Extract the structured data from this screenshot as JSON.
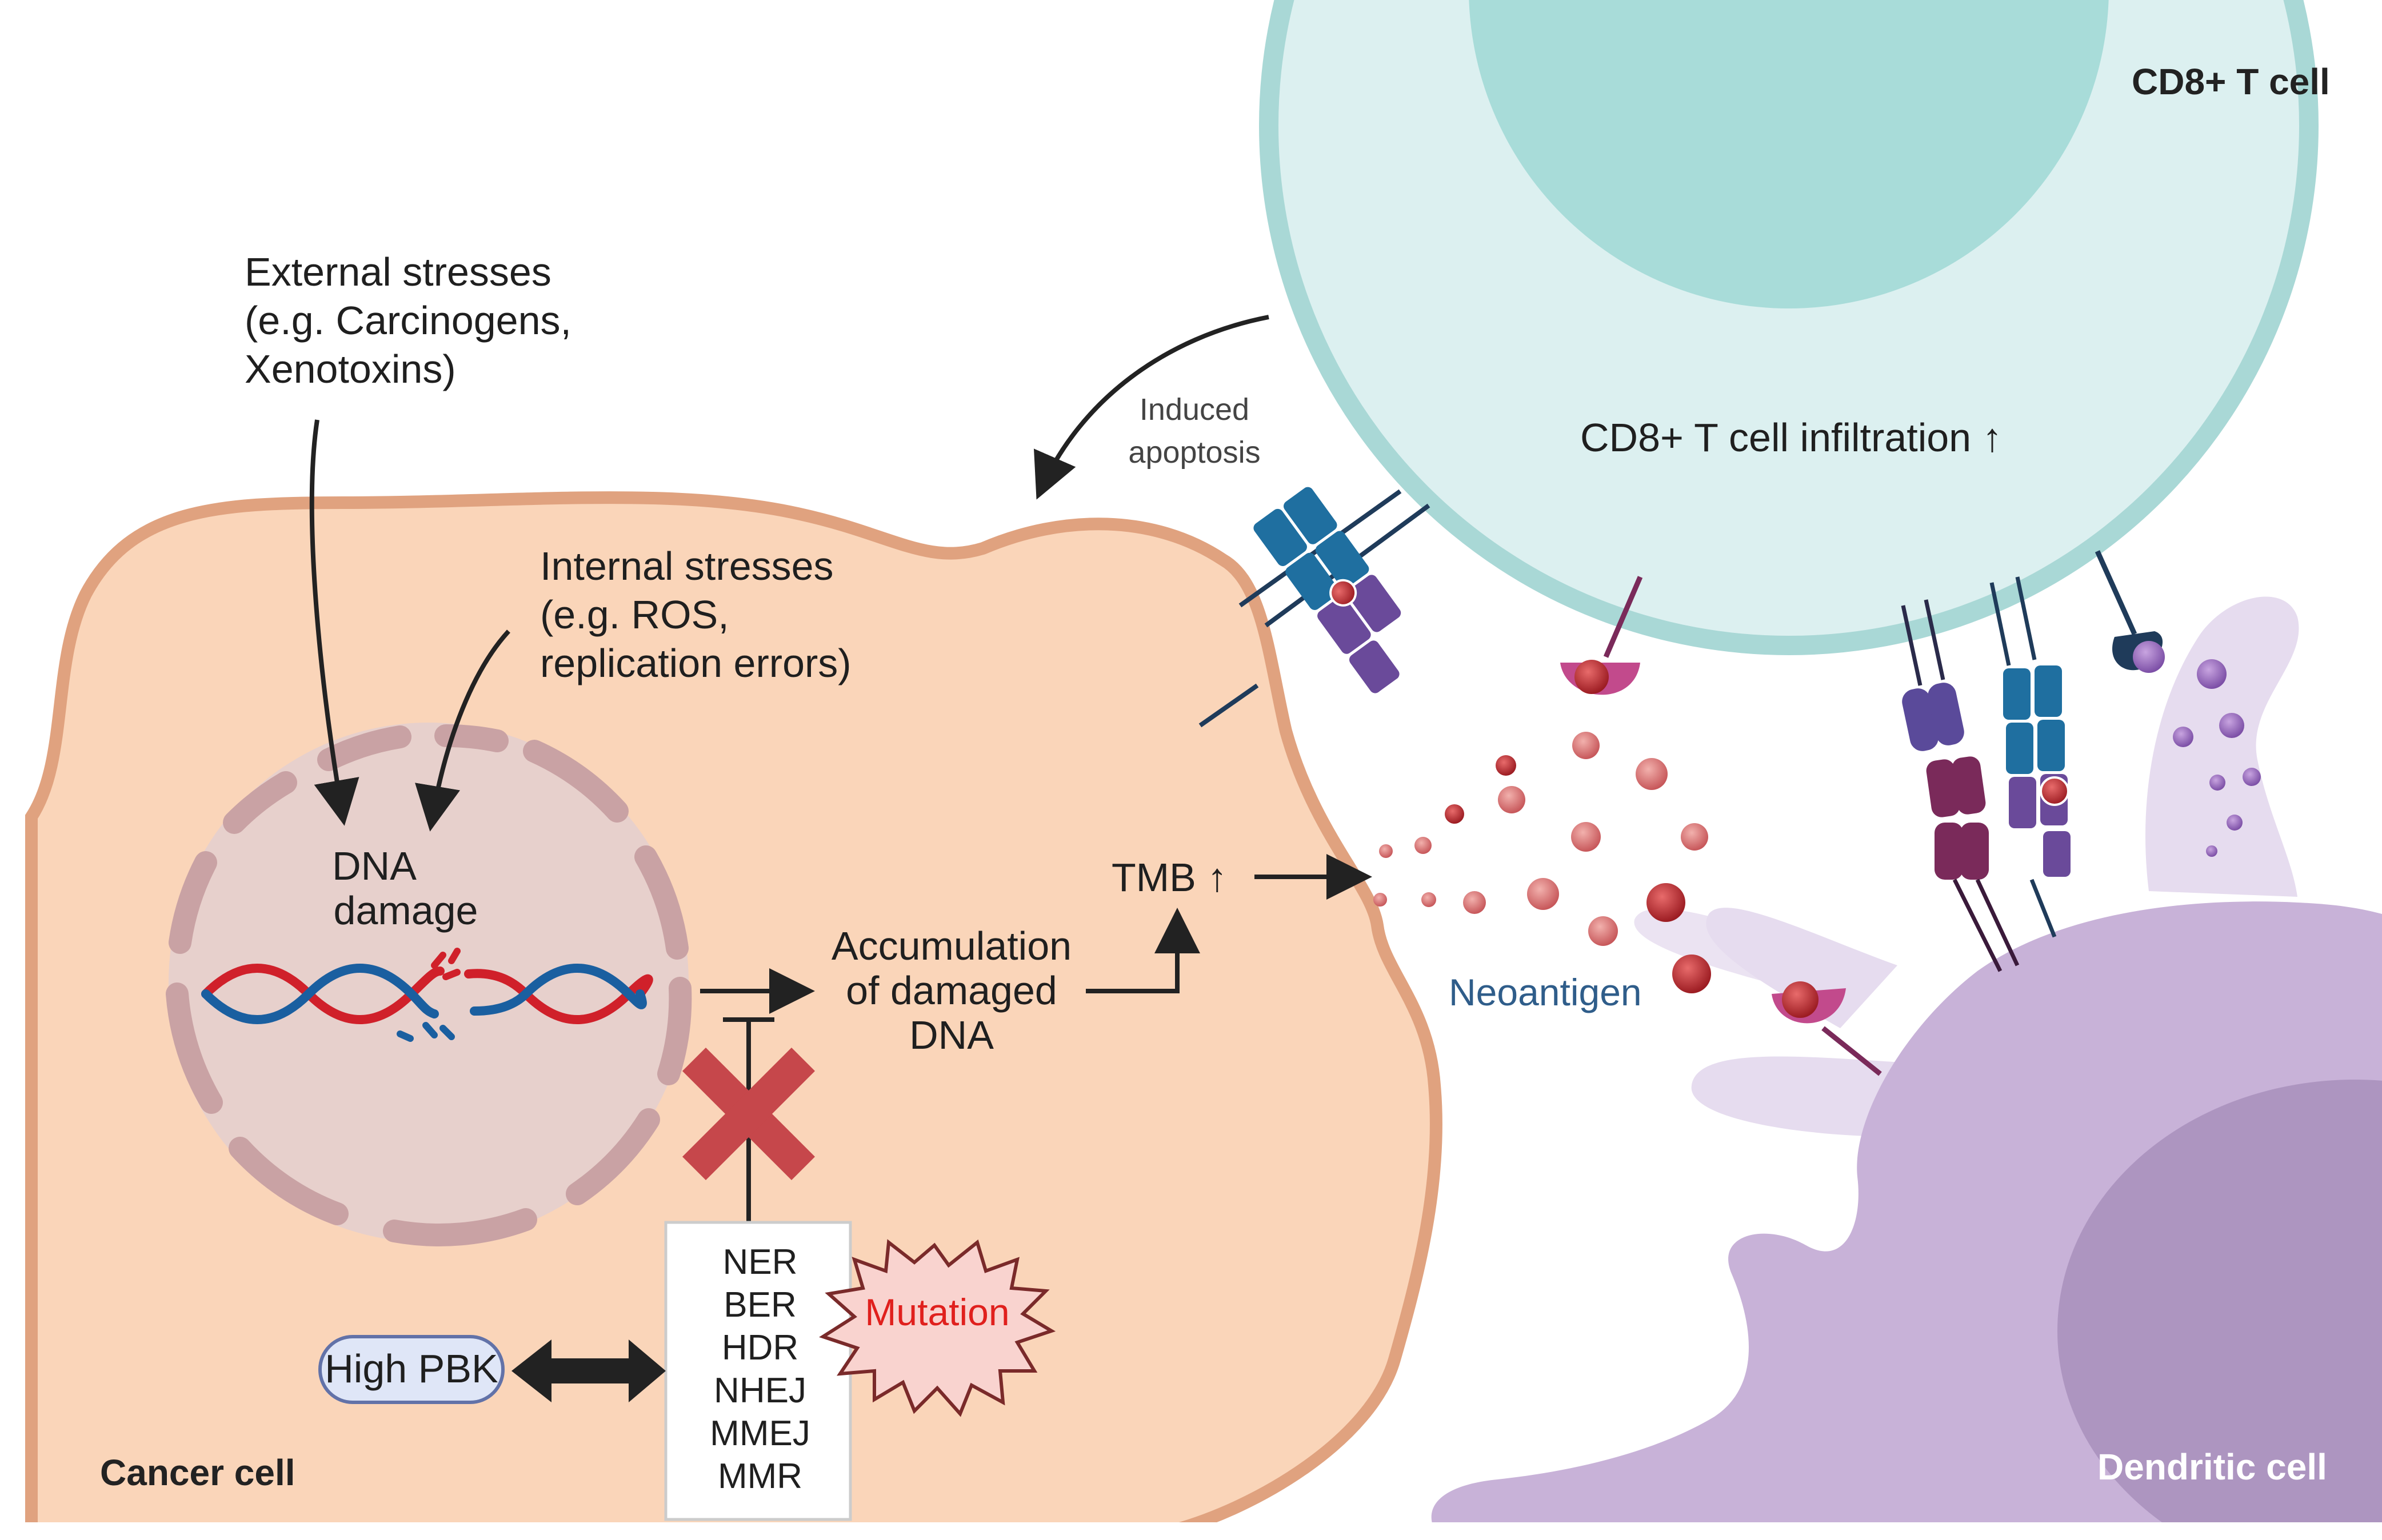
{
  "labels": {
    "cd8_t_cell": "CD8+ T cell",
    "cd8_infiltration": "CD8+ T cell infiltration ↑",
    "induced_apoptosis_1": "Induced",
    "induced_apoptosis_2": "apoptosis",
    "external_1": "External stresses",
    "external_2": "(e.g. Carcinogens,",
    "external_3": "Xenotoxins)",
    "internal_1": "Internal stresses",
    "internal_2": "(e.g. ROS,",
    "internal_3": "replication errors)",
    "dna_damage_1": "DNA",
    "dna_damage_2": "damage",
    "accumulation_1": "Accumulation",
    "accumulation_2": "of damaged",
    "accumulation_3": "DNA",
    "tmb": "TMB ↑",
    "neoantigen": "Neoantigen",
    "mutation": "Mutation",
    "high_pbk": "High PBK",
    "cancer_cell": "Cancer cell",
    "dendritic_cell": "Dendritic cell"
  },
  "repair_pathways": [
    "NER",
    "BER",
    "HDR",
    "NHEJ",
    "MMEJ",
    "MMR"
  ],
  "colors": {
    "cancer_cell_fill": "#fad5b9",
    "cancer_cell_border": "#e0a27f",
    "nucleus_fill": "#e7d0cc",
    "nucleus_segments": "#c9a2a4",
    "t_cell_fill": "#dcf0f0",
    "t_cell_border": "#a9d8d6",
    "t_cell_nucleus": "#a8dcd9",
    "dendritic_fill": "#c8b2d8",
    "dendritic_nucleus": "#ad95c0",
    "dendrite_light": "#e6dcef",
    "neoantigen_text": "#2f5d8a",
    "mutation_text": "#e0201d",
    "mutation_fill": "#f9d3cf",
    "inhibit_x": "#c6474b",
    "pbk_fill": "#dfe6f7",
    "tcr_blue": "#1f6fa0",
    "mhc_purple": "#6a4a9a",
    "antigen_red": "#b3232a",
    "dna_red": "#d0202a",
    "dna_blue": "#1a5fa0"
  }
}
